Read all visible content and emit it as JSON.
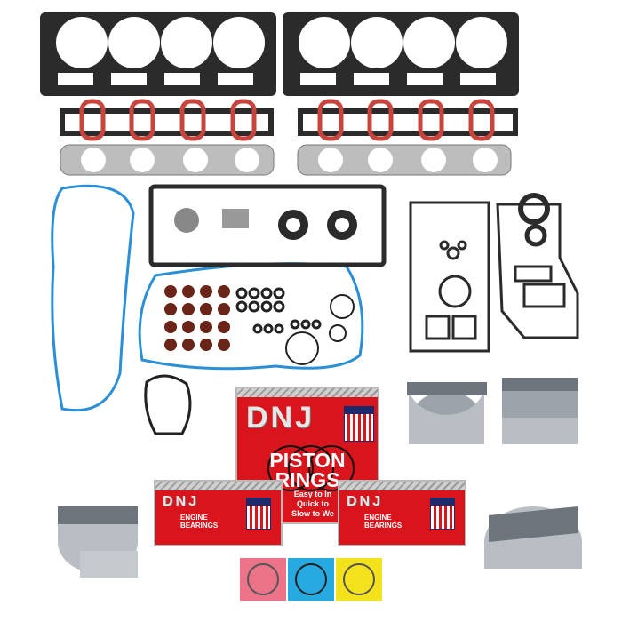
{
  "product": {
    "brand": "DNJ",
    "piston_box": {
      "line1": "PISTON",
      "line2": "RINGS",
      "tag1": "Easy to In",
      "tag2": "Quick to",
      "tag3": "Slow to We"
    },
    "bearing_box": {
      "line1": "ENGINE",
      "line2": "BEARINGS"
    }
  },
  "colors": {
    "gasket": "#1a1a1a",
    "intake_seal": "#c8453d",
    "blue_gasket": "#2a8fd6",
    "box_red": "#d8141c",
    "ring_packets": [
      "#e8506a",
      "#27a9e1",
      "#f4e21c"
    ]
  }
}
